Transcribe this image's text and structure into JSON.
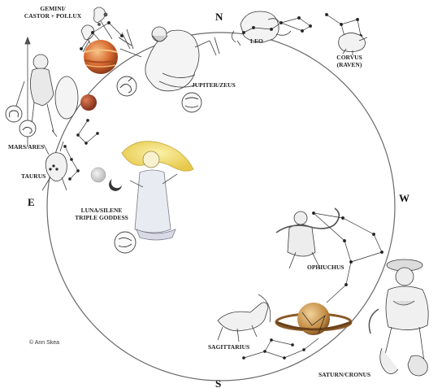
{
  "directions": {
    "north": "N",
    "south": "S",
    "east": "E",
    "west": "W"
  },
  "labels": {
    "gemini_line1": "GEMINI/",
    "gemini_line2": "CASTOR + POLLUX",
    "leo": "LEO",
    "corvus_line1": "CORVUS",
    "corvus_line2": "(RAVEN)",
    "jupiter": "JUPITER/ZEUS",
    "mars": "MARS/ARES",
    "taurus": "TAURUS",
    "luna_line1": "LUNA/SILENE",
    "luna_line2": "TRIPLE GODDESS",
    "ophiuchus": "OPHIUCHUS",
    "sagittarius": "SAGITTARIUS",
    "saturn": "SATURN/CRONUS"
  },
  "credit": "© Ann Skea",
  "colors": {
    "circle": "#6a6a6a",
    "line": "#333333",
    "jupiter_a": "#d0602a",
    "jupiter_b": "#f4b070",
    "mars": "#b8482e",
    "saturn_body": "#c89a55",
    "saturn_ring": "#8a5a28",
    "luna_hair": "#f2e07a",
    "luna_robe": "#e8eaf0",
    "ink": "#3a3a3a"
  }
}
